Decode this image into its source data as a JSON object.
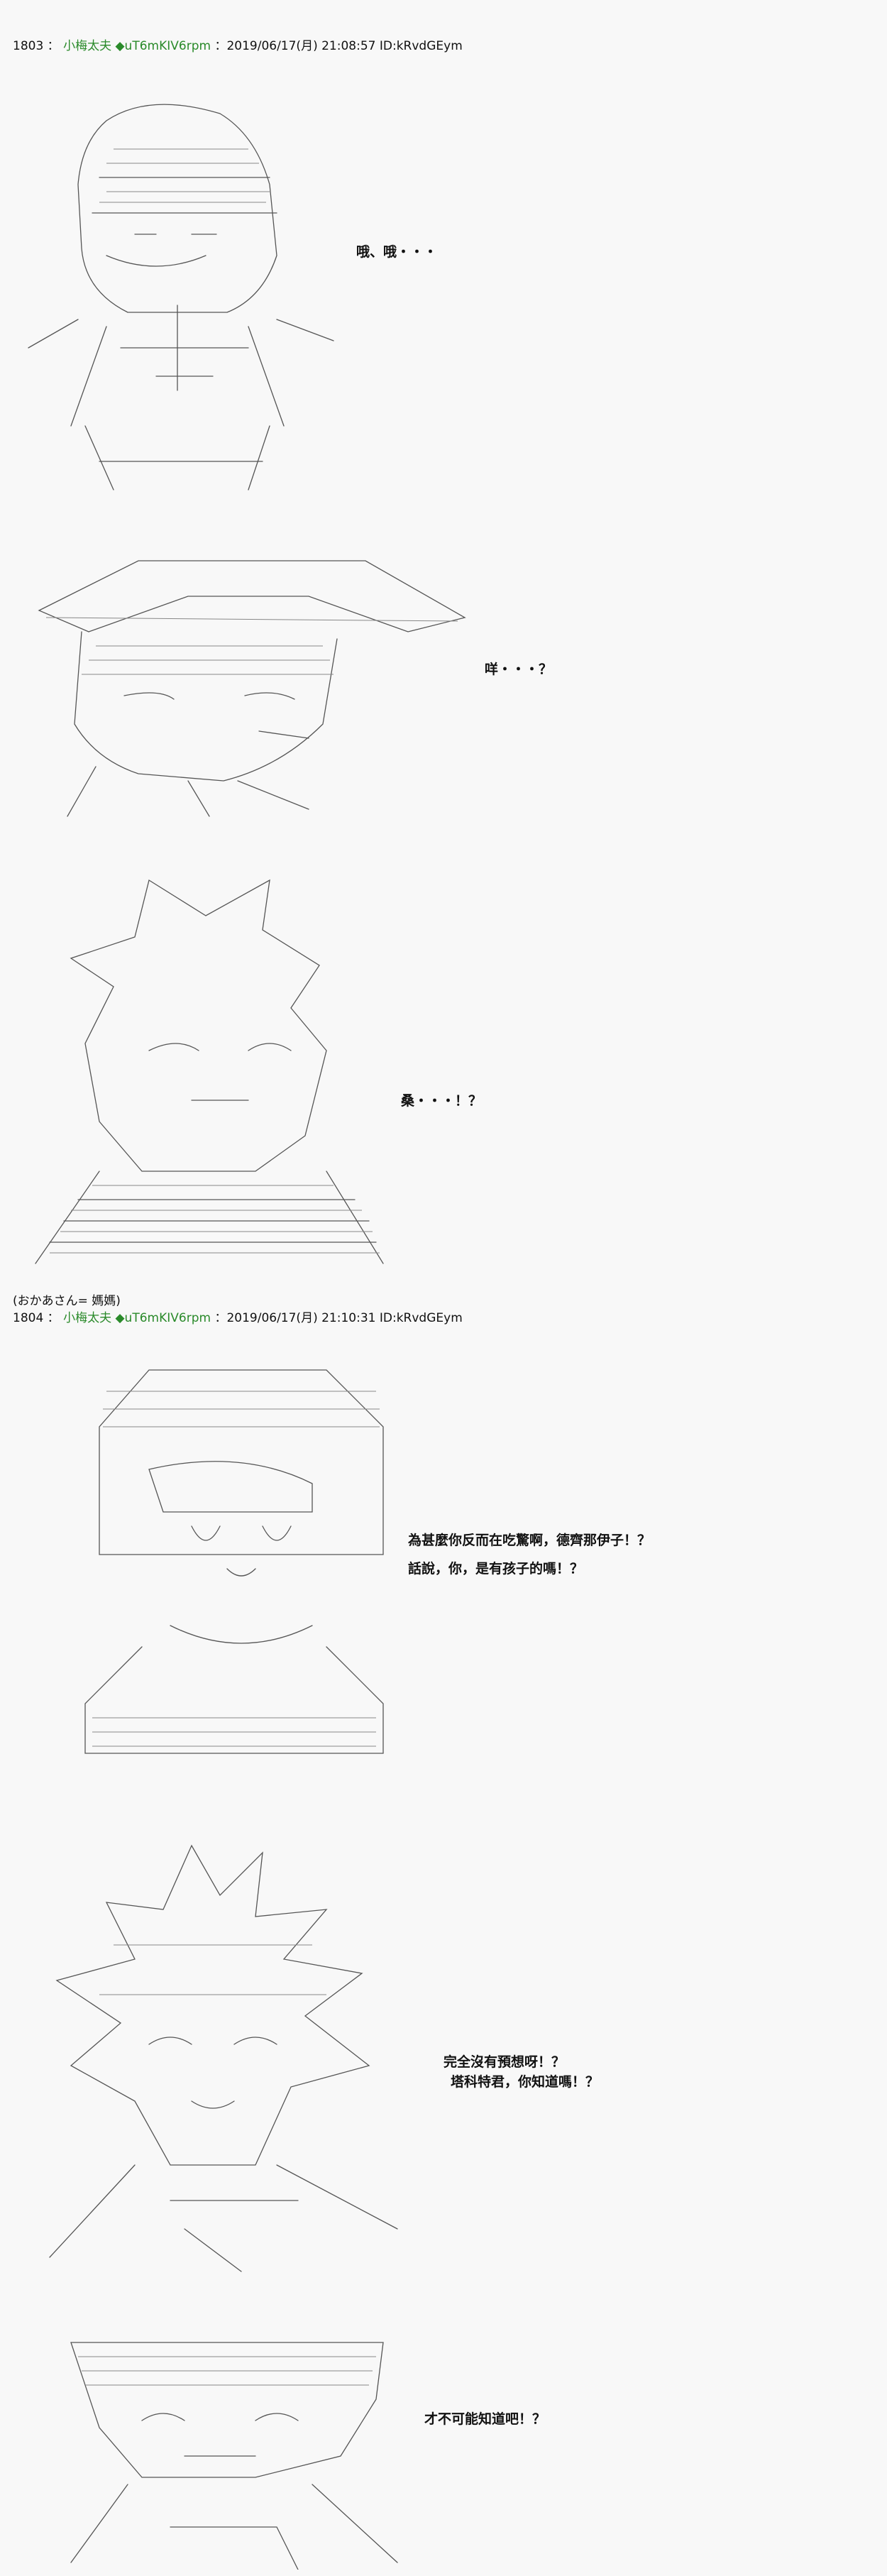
{
  "posts": [
    {
      "number": "1803",
      "name": "小梅太夫",
      "trip": "◆uT6mKIV6rpm",
      "date": "2019/06/17(月) 21:08:57",
      "id": "ID:kRvdGEym"
    },
    {
      "prefix": "(おかあさん= 媽媽)",
      "number": "1804",
      "name": "小梅太夫",
      "trip": "◆uT6mKIV6rpm",
      "date": "2019/06/17(月) 21:10:31",
      "id": "ID:kRvdGEym"
    }
  ],
  "dialogue": {
    "p1": "哦、哦・・・",
    "p2": "咩・・・？",
    "p3": "桑・・・！？",
    "p4a": "為甚麼你反而在吃驚啊，德齊那伊子！？",
    "p4b": "話說，你，是有孩子的嗎！？",
    "p5a": "完全沒有預想呀！？",
    "p5b": "塔科特君，你知道嗎！？",
    "p6": "才不可能知道吧！？"
  }
}
